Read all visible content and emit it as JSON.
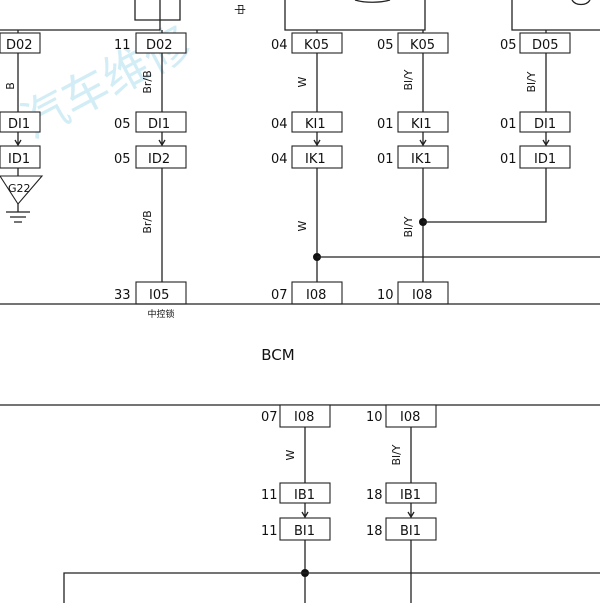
{
  "watermark": "汽车维修",
  "top_fragment": "中",
  "module_name": "BCM",
  "module_sublabel": "中控锁",
  "connectors": {
    "c1_top": {
      "pin": "",
      "name": "D02"
    },
    "c1_mid": {
      "pin": "",
      "name": "DI1"
    },
    "c1_bot": {
      "pin": "",
      "name": "ID1"
    },
    "c1_gnd": {
      "pin": "",
      "name": "G22"
    },
    "c2_top": {
      "pin": "11",
      "name": "D02"
    },
    "c2_mid": {
      "pin": "05",
      "name": "DI1"
    },
    "c2_bot": {
      "pin": "05",
      "name": "ID2"
    },
    "c2_bcm": {
      "pin": "33",
      "name": "I05"
    },
    "c3_top": {
      "pin": "04",
      "name": "K05"
    },
    "c3_mid": {
      "pin": "04",
      "name": "KI1"
    },
    "c3_bot": {
      "pin": "04",
      "name": "IK1"
    },
    "c3_bcm": {
      "pin": "07",
      "name": "I08"
    },
    "c4_top": {
      "pin": "05",
      "name": "K05"
    },
    "c4_mid": {
      "pin": "01",
      "name": "KI1"
    },
    "c4_bot": {
      "pin": "01",
      "name": "IK1"
    },
    "c4_bcm": {
      "pin": "10",
      "name": "I08"
    },
    "c5_top": {
      "pin": "05",
      "name": "D05"
    },
    "c5_mid": {
      "pin": "01",
      "name": "DI1"
    },
    "c5_bot": {
      "pin": "01",
      "name": "ID1"
    },
    "l1_bcm": {
      "pin": "07",
      "name": "I08"
    },
    "l1_mid": {
      "pin": "11",
      "name": "IB1"
    },
    "l1_bot": {
      "pin": "11",
      "name": "BI1"
    },
    "l2_bcm": {
      "pin": "10",
      "name": "I08"
    },
    "l2_mid": {
      "pin": "18",
      "name": "IB1"
    },
    "l2_bot": {
      "pin": "18",
      "name": "BI1"
    }
  },
  "wire_colors": {
    "c1": "B",
    "c2_upper": "Br/B",
    "c2_lower": "Br/B",
    "c3_upper": "W",
    "c3_lower": "W",
    "c4_upper": "Bl/Y",
    "c4_lower": "Bl/Y",
    "c5": "Bl/Y",
    "l1": "W",
    "l2": "Bl/Y"
  }
}
